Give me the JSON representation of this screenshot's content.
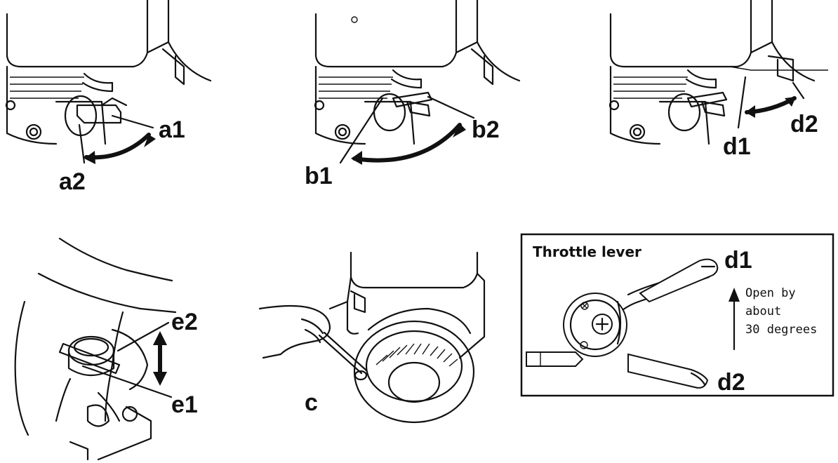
{
  "panel_a": {
    "label_1": "a1",
    "label_2": "a2"
  },
  "panel_b": {
    "label_1": "b1",
    "label_2": "b2"
  },
  "panel_d": {
    "label_1": "d1",
    "label_2": "d2"
  },
  "panel_e": {
    "label_1": "e1",
    "label_2": "e2"
  },
  "panel_c": {
    "label": "c"
  },
  "throttle_box": {
    "title": "Throttle lever",
    "label_top": "d1",
    "label_bottom": "d2",
    "note_lines": [
      "Open by",
      "about",
      "30 degrees"
    ]
  }
}
